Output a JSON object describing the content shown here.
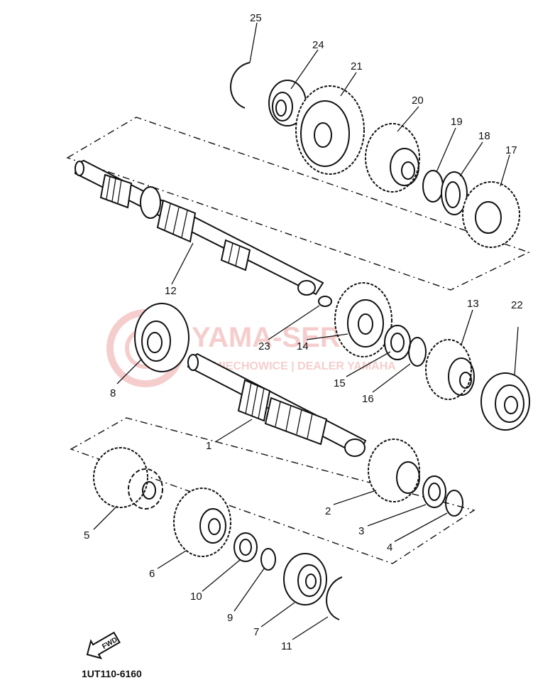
{
  "diagram": {
    "code": "1UT110-6160",
    "fwd_label": "FWD",
    "watermark": {
      "brand": "YAMA-SERWIS",
      "tagline": "MIECHOWICE | DEALER YAMAHA",
      "color": "#e05050"
    },
    "callouts": [
      "1",
      "2",
      "3",
      "4",
      "5",
      "6",
      "7",
      "8",
      "10",
      "9",
      "11",
      "12",
      "13",
      "14",
      "15",
      "16",
      "17",
      "18",
      "19",
      "20",
      "21",
      "22",
      "23",
      "24",
      "25"
    ]
  }
}
